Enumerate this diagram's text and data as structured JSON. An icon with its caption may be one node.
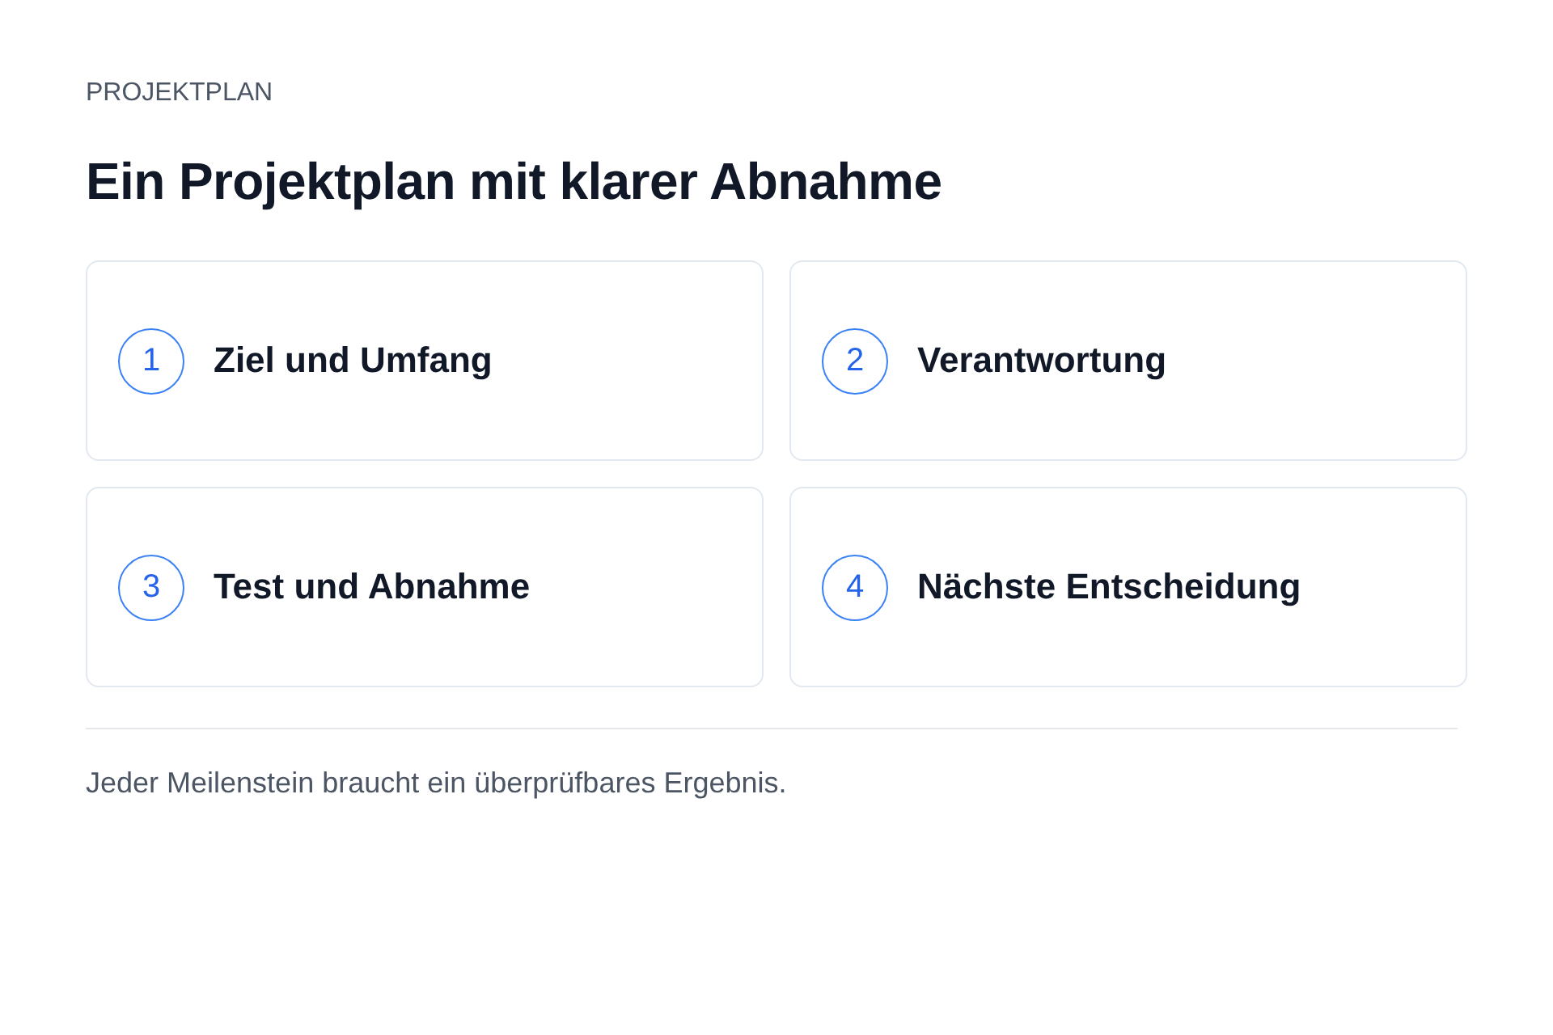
{
  "diagram": {
    "title": "Ein Projektplan mit klarer Abnahme",
    "caption": "Jeder Meilenstein braucht ein überprüfbares Ergebnis.",
    "nodes": [
      {
        "text": [
          "Ziel und Umfang"
        ]
      },
      {
        "text": [
          "1"
        ],
        "in": 0
      },
      {
        "text": [
          "Verantwortung"
        ]
      },
      {
        "text": [
          "2"
        ],
        "in": 2
      },
      {
        "text": [
          "Test und Abnahme"
        ]
      },
      {
        "text": [
          "3"
        ],
        "in": 4
      },
      {
        "text": [
          "Nächste Entscheidung"
        ]
      },
      {
        "text": [
          "4"
        ],
        "in": 6
      }
    ],
    "labels": [
      "PROJEKTPLAN"
    ]
  }
}
